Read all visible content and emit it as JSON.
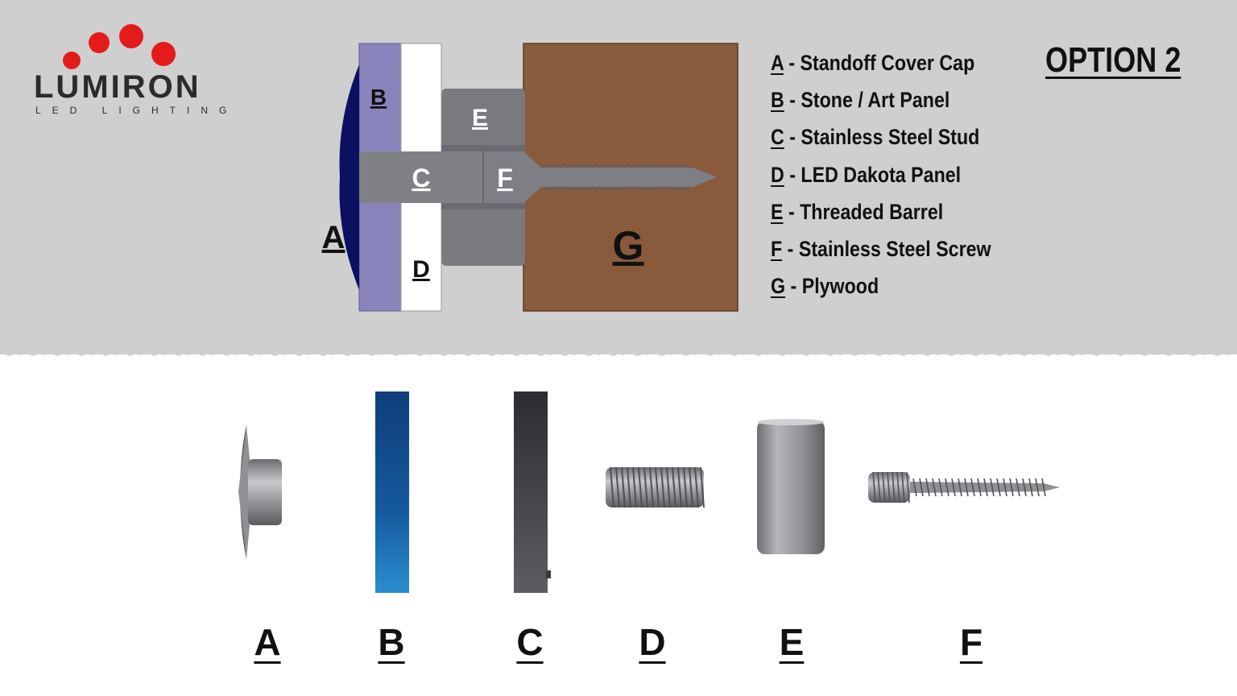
{
  "brand": {
    "name": "LUMIRON",
    "tagline": "LED LIGHTING",
    "colors": {
      "red": "#e31b1b",
      "dark": "#2b2b2b"
    }
  },
  "title": "OPTION 2",
  "diagram": {
    "labels": {
      "a": "A",
      "b": "B",
      "c": "C",
      "d": "D",
      "e": "E",
      "f": "F",
      "g": "G"
    },
    "colors": {
      "cap": "#0b1060",
      "stone_panel": "#8a84bd",
      "led_panel": "#ffffff",
      "barrel": "#7a7b80",
      "stud": "#808186",
      "plywood": "#8a5a3c",
      "background": "#cfcfcf"
    }
  },
  "legend": [
    {
      "letter": "A",
      "text": " - Standoff Cover Cap"
    },
    {
      "letter": "B",
      "text": " - Stone / Art Panel"
    },
    {
      "letter": "C",
      "text": " - Stainless Steel Stud"
    },
    {
      "letter": "D",
      "text": " - LED Dakota Panel"
    },
    {
      "letter": "E",
      "text": " - Threaded Barrel"
    },
    {
      "letter": "F",
      "text": " - Stainless Steel Screw"
    },
    {
      "letter": "G",
      "text": " - Plywood"
    }
  ],
  "parts": [
    {
      "label": "A",
      "icon": "standoff-cap-icon"
    },
    {
      "label": "B",
      "icon": "stone-panel-icon"
    },
    {
      "label": "C",
      "icon": "led-panel-icon"
    },
    {
      "label": "D",
      "icon": "threaded-stud-icon"
    },
    {
      "label": "E",
      "icon": "threaded-barrel-icon"
    },
    {
      "label": "F",
      "icon": "wood-screw-icon"
    }
  ]
}
